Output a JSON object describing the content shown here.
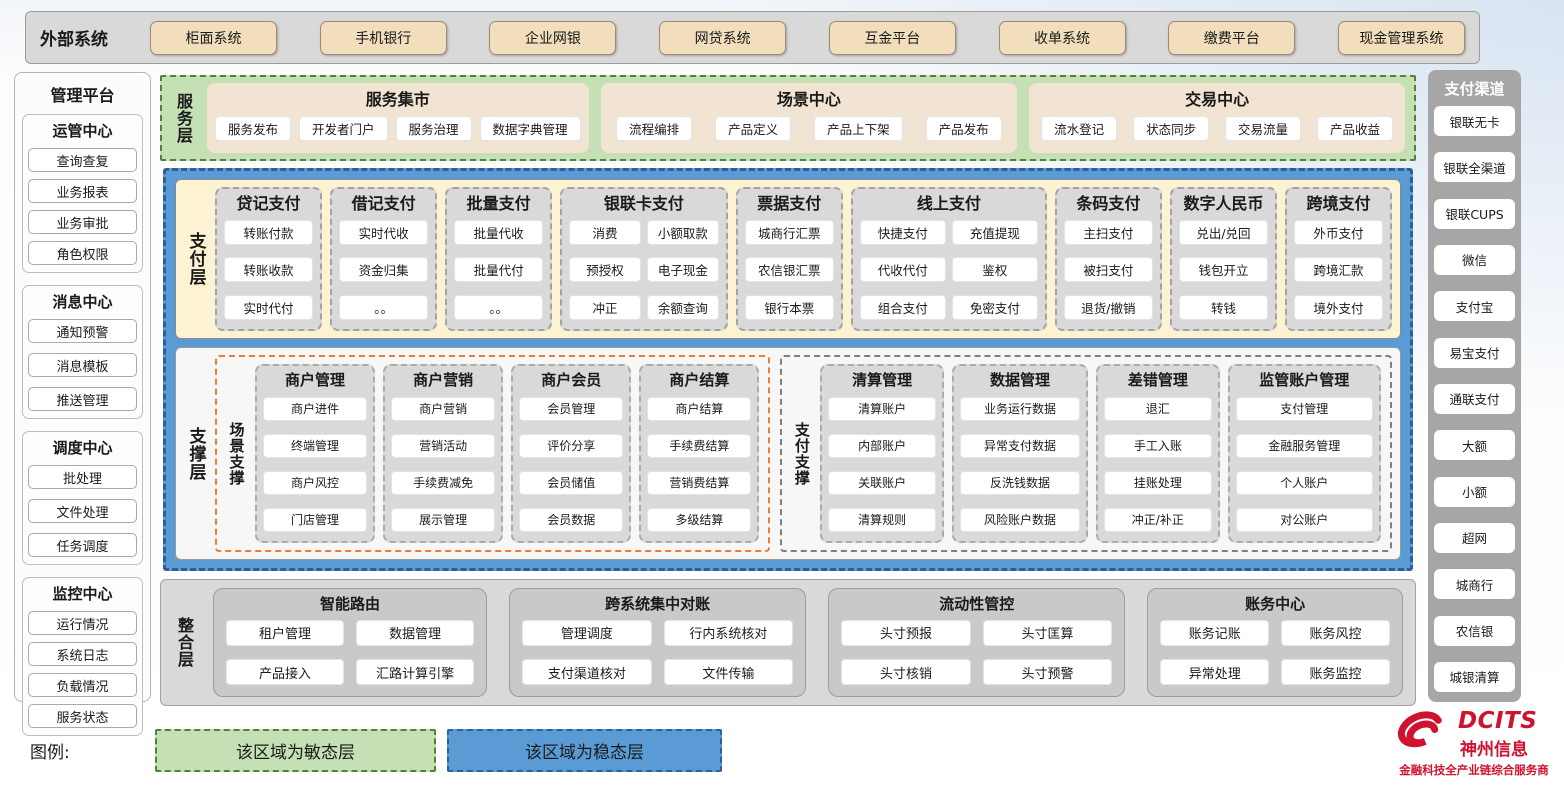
{
  "colors": {
    "agile_green": "#c5e0b4",
    "agile_border": "#538135",
    "stable_blue": "#5b9bd5",
    "stable_border": "#2e5f96",
    "payment_cream": "#fdf2d2",
    "block_gray": "#d9d9d9",
    "external_tan": "#f2ddbd",
    "scene_orange": "#ed7d31",
    "logo_red": "#cf1230"
  },
  "external_systems": {
    "label": "外部系统",
    "items": [
      "柜面系统",
      "手机银行",
      "企业网银",
      "网贷系统",
      "互金平台",
      "收单系统",
      "缴费平台",
      "现金管理系统"
    ]
  },
  "management_platform": {
    "title": "管理平台",
    "sections": [
      {
        "title": "运管中心",
        "items": [
          "查询查复",
          "业务报表",
          "业务审批",
          "角色权限"
        ]
      },
      {
        "title": "消息中心",
        "items": [
          "通知预警",
          "消息模板",
          "推送管理"
        ]
      },
      {
        "title": "调度中心",
        "items": [
          "批处理",
          "文件处理",
          "任务调度"
        ]
      },
      {
        "title": "监控中心",
        "items": [
          "运行情况",
          "系统日志",
          "负载情况",
          "服务状态"
        ]
      }
    ]
  },
  "service_layer": {
    "label": "服务层",
    "blocks": [
      {
        "title": "服务集市",
        "items": [
          "服务发布",
          "开发者门户",
          "服务治理",
          "数据字典管理"
        ]
      },
      {
        "title": "场景中心",
        "items": [
          "流程编排",
          "产品定义",
          "产品上下架",
          "产品发布"
        ]
      },
      {
        "title": "交易中心",
        "items": [
          "流水登记",
          "状态同步",
          "交易流量",
          "产品收益"
        ]
      }
    ]
  },
  "payment_layer": {
    "label": "支付层",
    "columns": [
      {
        "title": "贷记支付",
        "items": [
          "转账付款",
          "转账收款",
          "实时代付"
        ]
      },
      {
        "title": "借记支付",
        "items": [
          "实时代收",
          "资金归集",
          "。。"
        ]
      },
      {
        "title": "批量支付",
        "items": [
          "批量代收",
          "批量代付",
          "。。"
        ]
      },
      {
        "title": "银联卡支付",
        "items": [
          "消费",
          "小额取款",
          "预授权",
          "电子现金",
          "冲正",
          "余额查询"
        ]
      },
      {
        "title": "票据支付",
        "items": [
          "城商行汇票",
          "农信银汇票",
          "银行本票"
        ]
      },
      {
        "title": "线上支付",
        "items": [
          "快捷支付",
          "充值提现",
          "代收代付",
          "鉴权",
          "组合支付",
          "免密支付"
        ]
      },
      {
        "title": "条码支付",
        "items": [
          "主扫支付",
          "被扫支付",
          "退货/撤销"
        ]
      },
      {
        "title": "数字人民币",
        "items": [
          "兑出/兑回",
          "钱包开立",
          "转钱"
        ]
      },
      {
        "title": "跨境支付",
        "items": [
          "外币支付",
          "跨境汇款",
          "境外支付"
        ]
      }
    ]
  },
  "support_layer": {
    "label": "支撑层",
    "groups": [
      {
        "label": "场景支撑",
        "columns": [
          {
            "title": "商户管理",
            "items": [
              "商户进件",
              "终端管理",
              "商户风控",
              "门店管理"
            ]
          },
          {
            "title": "商户营销",
            "items": [
              "商户营销",
              "营销活动",
              "手续费减免",
              "展示管理"
            ]
          },
          {
            "title": "商户会员",
            "items": [
              "会员管理",
              "评价分享",
              "会员储值",
              "会员数据"
            ]
          },
          {
            "title": "商户结算",
            "items": [
              "商户结算",
              "手续费结算",
              "营销费结算",
              "多级结算"
            ]
          }
        ]
      },
      {
        "label": "支付支撑",
        "columns": [
          {
            "title": "清算管理",
            "items": [
              "清算账户",
              "内部账户",
              "关联账户",
              "清算规则"
            ]
          },
          {
            "title": "数据管理",
            "items": [
              "业务运行数据",
              "异常支付数据",
              "反洗钱数据",
              "风险账户数据"
            ]
          },
          {
            "title": "差错管理",
            "items": [
              "退汇",
              "手工入账",
              "挂账处理",
              "冲正/补正"
            ]
          },
          {
            "title": "监管账户管理",
            "items": [
              "支付管理",
              "金融服务管理",
              "个人账户",
              "对公账户"
            ]
          }
        ]
      }
    ]
  },
  "integration_layer": {
    "label": "整合层",
    "blocks": [
      {
        "title": "智能路由",
        "items": [
          "租户管理",
          "数据管理",
          "产品接入",
          "汇路计算引擎"
        ]
      },
      {
        "title": "跨系统集中对账",
        "items": [
          "管理调度",
          "行内系统核对",
          "支付渠道核对",
          "文件传输"
        ]
      },
      {
        "title": "流动性管控",
        "items": [
          "头寸预报",
          "头寸匡算",
          "头寸核销",
          "头寸预警"
        ]
      },
      {
        "title": "账务中心",
        "items": [
          "账务记账",
          "账务风控",
          "异常处理",
          "账务监控"
        ]
      }
    ]
  },
  "payment_channels": {
    "title": "支付渠道",
    "items": [
      "银联无卡",
      "银联全渠道",
      "银联CUPS",
      "微信",
      "支付宝",
      "易宝支付",
      "通联支付",
      "大额",
      "小额",
      "超网",
      "城商行",
      "农信银",
      "城银清算"
    ]
  },
  "legend": {
    "label": "图例:",
    "agile_label": "该区域为敏态层",
    "stable_label": "该区域为稳态层"
  },
  "logo": {
    "brand": "DCITS",
    "company": "神州信息",
    "tagline": "金融科技全产业链综合服务商"
  }
}
